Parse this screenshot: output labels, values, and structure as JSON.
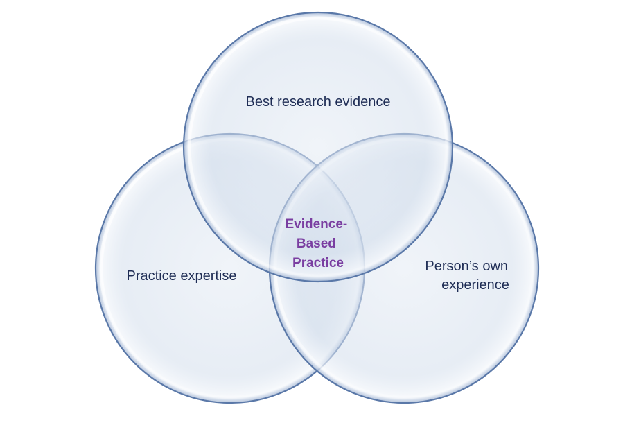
{
  "diagram": {
    "circles": [
      {
        "id": "research",
        "label_lines": [
          "Best research evidence"
        ]
      },
      {
        "id": "practice",
        "label_lines": [
          "Practice expertise"
        ]
      },
      {
        "id": "person",
        "label_lines": [
          "Person’s own",
          "experience"
        ]
      }
    ],
    "center_label_lines": [
      "Evidence-",
      "Based",
      "Practice"
    ],
    "colors": {
      "circle_fill": "#dbe4f0",
      "circle_stroke": "#5a78a8",
      "circle_inner_glow": "#ffffff",
      "label_text": "#1f2d55",
      "center_text": "#7a3ea1"
    }
  }
}
